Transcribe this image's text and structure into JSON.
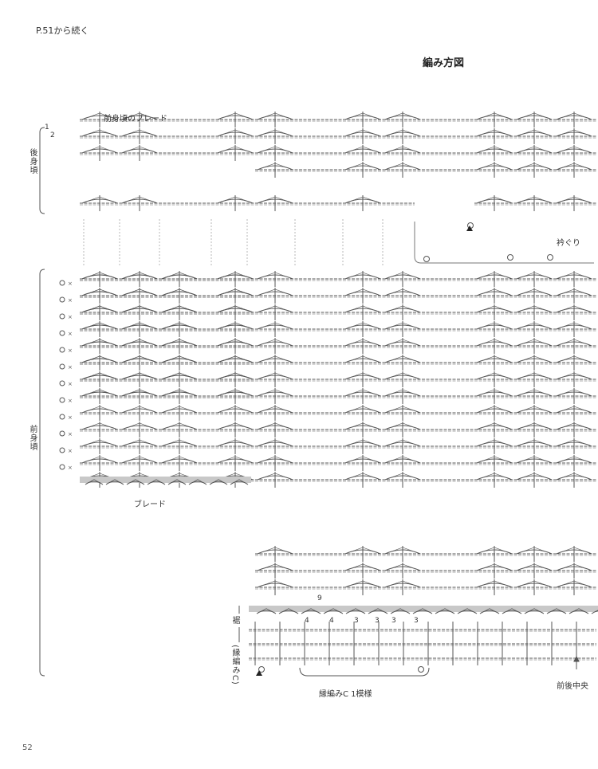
{
  "header": {
    "continued_from": "P.51から続く"
  },
  "title": "編み方図",
  "labels": {
    "back_body": "後身頃",
    "front_body": "前身頃",
    "front_braid": "前身頃のブレード",
    "braid": "ブレード",
    "neckline": "衿ぐり",
    "hem": "裾",
    "hem_sub": "(縁編みC)",
    "edging_pattern": "縁編みC 1模様",
    "center": "前後中央",
    "row_1": "1",
    "row_2": "2"
  },
  "numbers": {
    "n9": "9",
    "n4": "4",
    "n3": "3"
  },
  "page_number": "52",
  "colors": {
    "line": "#555555",
    "shade": "#c8c8c8",
    "paper": "#ffffff"
  }
}
